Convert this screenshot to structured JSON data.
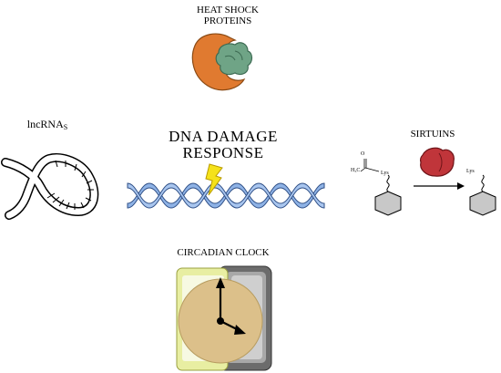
{
  "labels": {
    "heat_shock_line1": "HEAT SHOCK",
    "heat_shock_line2": "PROTEINS",
    "lncrna_main": "lncRNA",
    "lncrna_sub": "S",
    "dna_line1": "DNA DAMAGE",
    "dna_line2": "RESPONSE",
    "sirtuins": "SIRTUINS",
    "circadian": "CIRCADIAN CLOCK"
  },
  "sirtuin_reaction": {
    "acetyl_o": "O",
    "acetyl_group": "H₃C",
    "lys_left": "Lys",
    "lys_right": "Lys"
  },
  "colors": {
    "hsp_orange": "#e07a30",
    "hsp_green": "#6fa486",
    "dna_blue": "#8fb3e6",
    "lightning": "#f5e21a",
    "sirtuin_red": "#c0353a",
    "hexagon_gray": "#c8c8c8",
    "clock_face": "#dcc08a",
    "clock_yellow": "#e8eea2",
    "clock_gray": "#6c6c6c"
  },
  "icons": [
    "heat-shock-protein-icon",
    "lncrna-icon",
    "dna-helix-icon",
    "lightning-icon",
    "sirtuin-enzyme-icon",
    "clock-icon"
  ]
}
